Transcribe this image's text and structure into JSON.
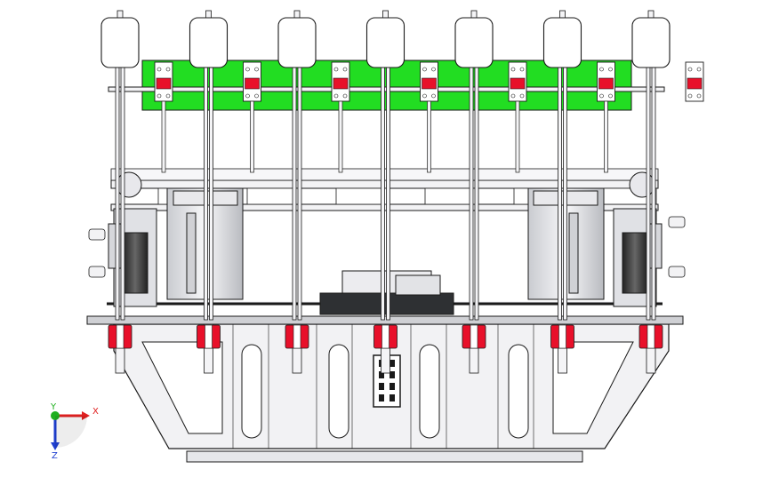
{
  "viewport": {
    "background": "#ffffff"
  },
  "colors": {
    "panel_green": "#22dd22",
    "rubber_red": "#e8102a",
    "metal_light": "#f4f4f6",
    "metal_mid": "#d9dadf",
    "metal_dark": "#9a9ca2",
    "outline": "#1a1a1a",
    "motor_dark": "#3a3d40"
  },
  "triad": {
    "x_label": "X",
    "z_label": "Z",
    "y_label": "Y",
    "x_color": "#e02020",
    "y_color": "#20b020",
    "z_color": "#2040d0"
  },
  "assembly": {
    "gripper_count": 7,
    "icons": {
      "actuator": "pneumatic-cylinder-icon",
      "clamp": "clamp-bracket-icon",
      "roller": "roller-wheel-icon",
      "motor": "servo-motor-icon"
    }
  }
}
